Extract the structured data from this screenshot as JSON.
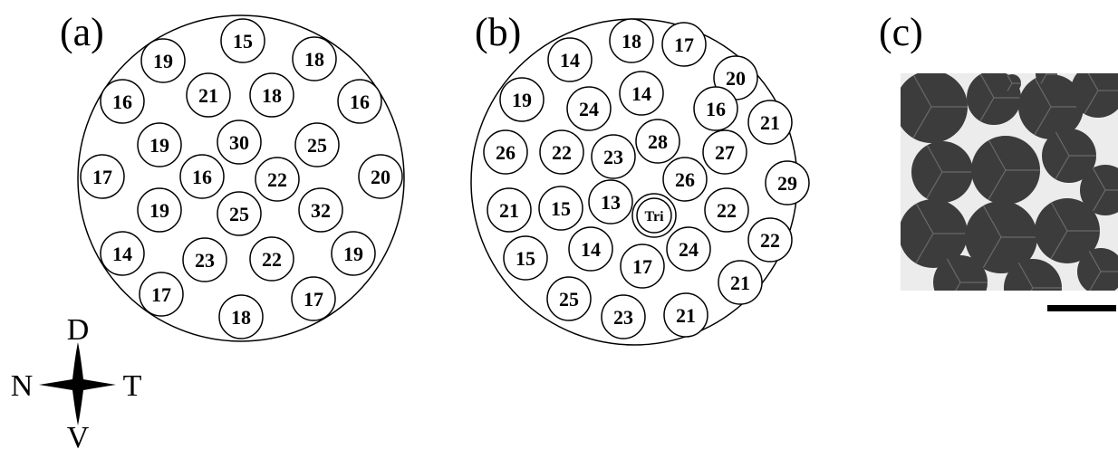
{
  "panels": {
    "a": {
      "label": "(a)"
    },
    "b": {
      "label": "(b)"
    },
    "c": {
      "label": "(c)"
    }
  },
  "panel_a_values": [
    "15",
    "19",
    "18",
    "16",
    "21",
    "18",
    "16",
    "19",
    "30",
    "25",
    "17",
    "16",
    "22",
    "20",
    "19",
    "25",
    "32",
    "14",
    "23",
    "22",
    "19",
    "17",
    "18",
    "17"
  ],
  "panel_b_values": [
    "18",
    "17",
    "14",
    "20",
    "19",
    "24",
    "14",
    "16",
    "21",
    "26",
    "22",
    "23",
    "28",
    "27",
    "26",
    "29",
    "21",
    "15",
    "13",
    "22",
    "15",
    "14",
    "24",
    "22",
    "17",
    "25",
    "21",
    "23",
    "21"
  ],
  "panel_b_center": "Tri",
  "compass": {
    "dorsal": "D",
    "nasal": "N",
    "temporal": "T",
    "ventral": "V"
  },
  "colors": {
    "ink": "#000000",
    "micrograph_bg": "#ececec",
    "cell_dark": "#3c3c3c"
  }
}
